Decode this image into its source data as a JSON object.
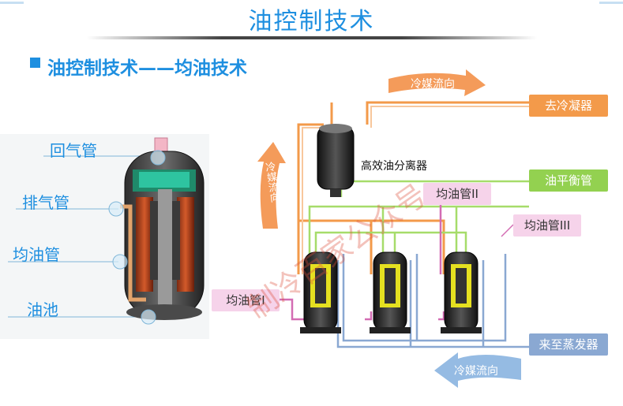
{
  "title": "油控制技术",
  "subtitle": "油控制技术——均油技术",
  "left_labels": {
    "return_gas": "回气管",
    "discharge": "排气管",
    "oil_equalizing": "均油管",
    "oil_sump": "油池"
  },
  "right_labels": {
    "to_condenser": "去冷凝器",
    "oil_balance_tube": "油平衡管",
    "oil_tube_2": "均油管II",
    "oil_tube_3": "均油管III",
    "oil_tube_1": "均油管I",
    "from_evaporator": "来至蒸发器",
    "oil_separator": "高效油分离器"
  },
  "flow_labels": {
    "refrigerant_flow_top": "冷媒流向",
    "refrigerant_flow_left": "冷媒流向",
    "refrigerant_flow_bottom": "冷媒流向"
  },
  "watermark": "制冷百家公众号",
  "colors": {
    "title_blue": "#1e8fe0",
    "orange": "#f39a4a",
    "green": "#93d150",
    "blue": "#8aa8d2",
    "pink": "#f6d3ea"
  }
}
